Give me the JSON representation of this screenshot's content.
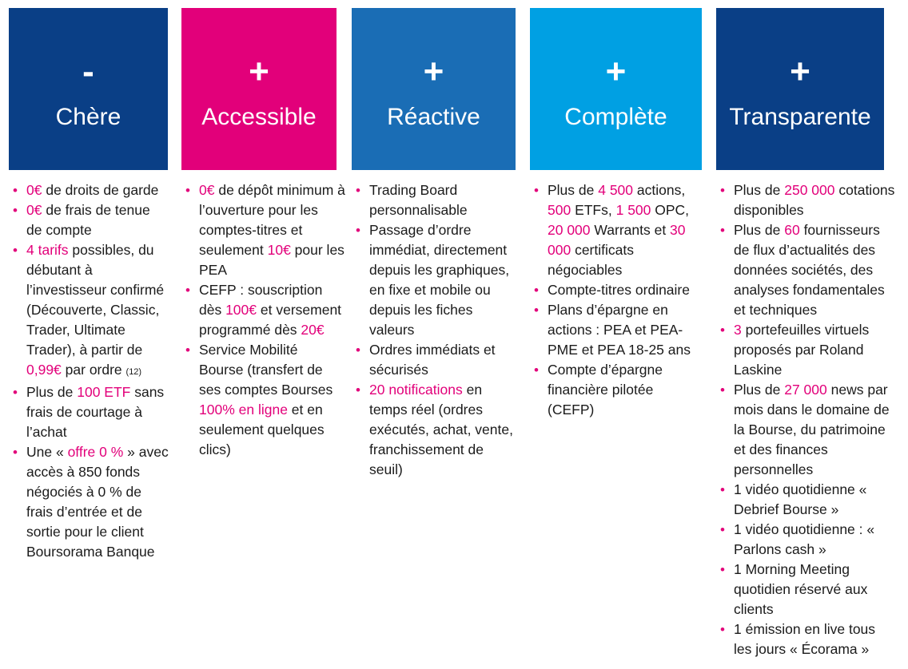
{
  "colors": {
    "chere": "#0a3f86",
    "accessible": "#e2007a",
    "reactive": "#1a6db5",
    "complete": "#00a0e3",
    "transparente": "#0a3f86",
    "highlight": "#e2007a"
  },
  "columns": [
    {
      "key": "chere",
      "sign": "-",
      "title": "Chère",
      "items": [
        [
          {
            "t": "0€",
            "h": true
          },
          {
            "t": " de droits de garde"
          }
        ],
        [
          {
            "t": "0€",
            "h": true
          },
          {
            "t": " de frais de tenue de compte"
          }
        ],
        [
          {
            "t": "4 tarifs",
            "h": true
          },
          {
            "t": " possibles, du débutant à l’investisseur confirmé (Découverte, Classic, Trader, Ultimate Trader), à partir de "
          },
          {
            "t": "0,99€",
            "h": true
          },
          {
            "t": " par ordre "
          },
          {
            "t": "(12)",
            "s": true
          }
        ],
        [
          {
            "t": "Plus de "
          },
          {
            "t": "100 ETF",
            "h": true
          },
          {
            "t": " sans frais de courtage à l’achat"
          }
        ],
        [
          {
            "t": "Une « "
          },
          {
            "t": "offre 0 %",
            "h": true
          },
          {
            "t": " » avec accès à 850 fonds négociés à 0 % de frais d’entrée et de sortie pour le client Boursorama Banque"
          }
        ]
      ]
    },
    {
      "key": "accessible",
      "sign": "+",
      "title": "Accessible",
      "items": [
        [
          {
            "t": "0€",
            "h": true
          },
          {
            "t": " de dépôt minimum à l’ouverture pour les comptes-titres et seulement "
          },
          {
            "t": "10€",
            "h": true
          },
          {
            "t": " pour les PEA"
          }
        ],
        [
          {
            "t": "CEFP : souscription dès "
          },
          {
            "t": "100€",
            "h": true
          },
          {
            "t": " et versement programmé dès "
          },
          {
            "t": "20€",
            "h": true
          }
        ],
        [
          {
            "t": "Service Mobilité Bourse (transfert de ses comptes Bourses "
          },
          {
            "t": "100% en ligne",
            "h": true
          },
          {
            "t": " et en seulement quelques clics)"
          }
        ]
      ]
    },
    {
      "key": "reactive",
      "sign": "+",
      "title": "Réactive",
      "items": [
        [
          {
            "t": "Trading Board personnalisable"
          }
        ],
        [
          {
            "t": "Passage d’ordre immédiat, directement depuis les graphiques, en fixe et mobile ou depuis les fiches valeurs"
          }
        ],
        [
          {
            "t": "Ordres immédiats et sécurisés"
          }
        ],
        [
          {
            "t": "20 notifications",
            "h": true
          },
          {
            "t": " en temps réel (ordres exécutés, achat, vente, franchissement de seuil)"
          }
        ]
      ]
    },
    {
      "key": "complete",
      "sign": "+",
      "title": "Complète",
      "items": [
        [
          {
            "t": "Plus de "
          },
          {
            "t": "4 500",
            "h": true
          },
          {
            "t": " actions, "
          },
          {
            "t": "500",
            "h": true
          },
          {
            "t": " ETFs, "
          },
          {
            "t": "1 500",
            "h": true
          },
          {
            "t": " OPC, "
          },
          {
            "t": "20 000",
            "h": true
          },
          {
            "t": " Warrants et "
          },
          {
            "t": "30 000",
            "h": true
          },
          {
            "t": " certificats négociables"
          }
        ],
        [
          {
            "t": "Compte-titres ordinaire"
          }
        ],
        [
          {
            "t": "Plans d’épargne en actions : PEA et PEA-PME et PEA 18-25 ans"
          }
        ],
        [
          {
            "t": " Compte d’épargne financière pilotée (CEFP)"
          }
        ]
      ]
    },
    {
      "key": "transparente",
      "sign": "+",
      "title": "Transparente",
      "items": [
        [
          {
            "t": "Plus de "
          },
          {
            "t": "250 000",
            "h": true
          },
          {
            "t": " cotations disponibles"
          }
        ],
        [
          {
            "t": "Plus de "
          },
          {
            "t": "60",
            "h": true
          },
          {
            "t": " fournisseurs de flux d’actualités des données sociétés, des analyses fondamentales et techniques"
          }
        ],
        [
          {
            "t": "3",
            "h": true
          },
          {
            "t": " portefeuilles virtuels proposés par Roland Laskine"
          }
        ],
        [
          {
            "t": "Plus de "
          },
          {
            "t": "27 000",
            "h": true
          },
          {
            "t": " news par mois dans le domaine de la Bourse, du patrimoine et des finances personnelles"
          }
        ],
        [
          {
            "t": "1 vidéo quotidienne « Debrief Bourse »"
          }
        ],
        [
          {
            "t": "1 vidéo quotidienne : « Parlons cash »"
          }
        ],
        [
          {
            "t": "1 Morning Meeting quotidien réservé aux clients"
          }
        ],
        [
          {
            "t": "1 émission en live tous les jours « Écorama »"
          }
        ]
      ]
    }
  ]
}
